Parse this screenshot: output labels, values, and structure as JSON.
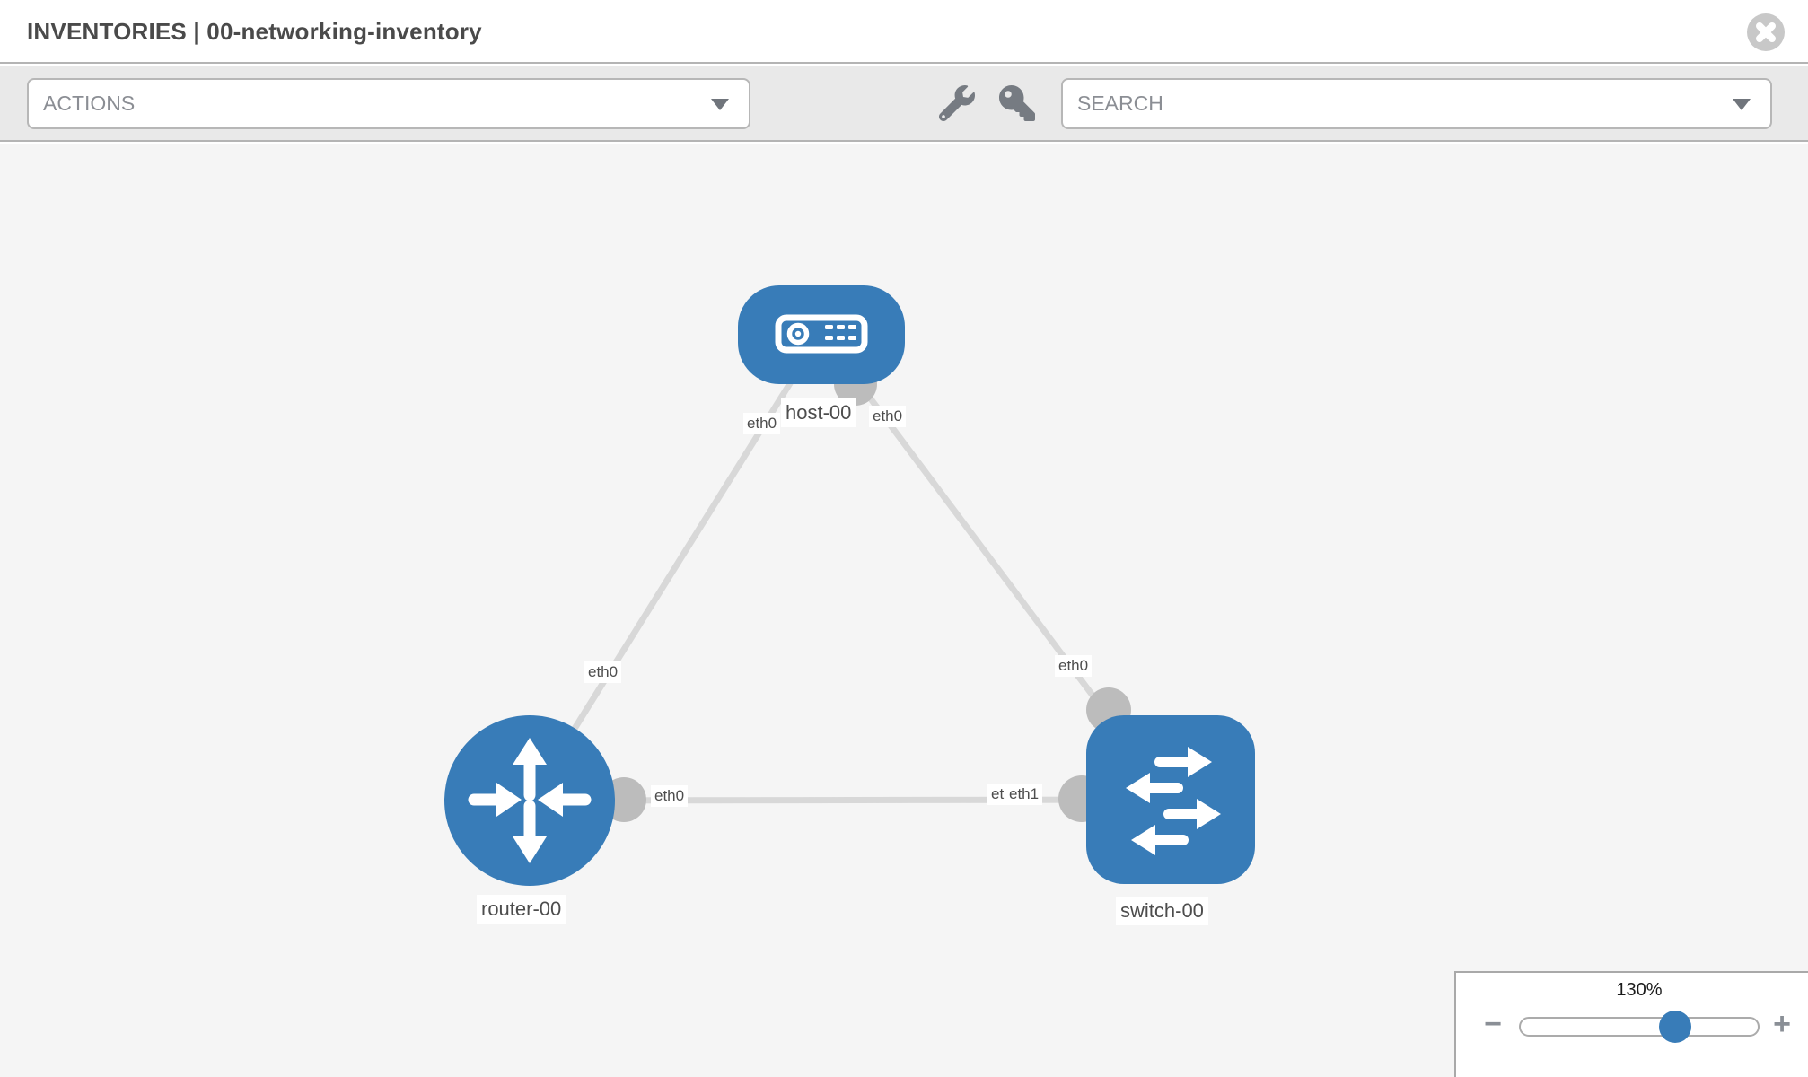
{
  "header": {
    "title": "INVENTORIES | 00-networking-inventory"
  },
  "toolbar": {
    "actions_label": "ACTIONS",
    "search_label": "SEARCH"
  },
  "topology": {
    "nodes": [
      {
        "name": "host-00",
        "type": "host"
      },
      {
        "name": "router-00",
        "type": "router"
      },
      {
        "name": "switch-00",
        "type": "switch"
      }
    ],
    "links": [
      {
        "source": "host-00",
        "source_interface": "eth0",
        "target": "router-00",
        "target_interface": "eth0"
      },
      {
        "source": "host-00",
        "source_interface": "eth0",
        "target": "switch-00",
        "target_interface": "eth0"
      },
      {
        "source": "router-00",
        "source_interface": "eth0",
        "target": "switch-00",
        "target_interface": "eth1"
      }
    ],
    "labels": {
      "host": "host-00",
      "router": "router-00",
      "switch": "switch-00"
    },
    "iface_labels": {
      "host_left": "eth0",
      "host_right": "eth0",
      "router_upper": "eth0",
      "switch_upper": "eth0",
      "router_right": "eth0",
      "switch_left_back": "eth0",
      "switch_left_front": "eth1"
    }
  },
  "zoom_control": {
    "level": "130%",
    "minus_label": "−",
    "plus_label": "+"
  },
  "colors": {
    "node_blue": "#387cb8",
    "port_gray": "#bcbcbc",
    "link_gray": "#d8d8d8",
    "canvas_bg": "#f5f5f5",
    "toolbar_bg": "#e9e9e9"
  }
}
